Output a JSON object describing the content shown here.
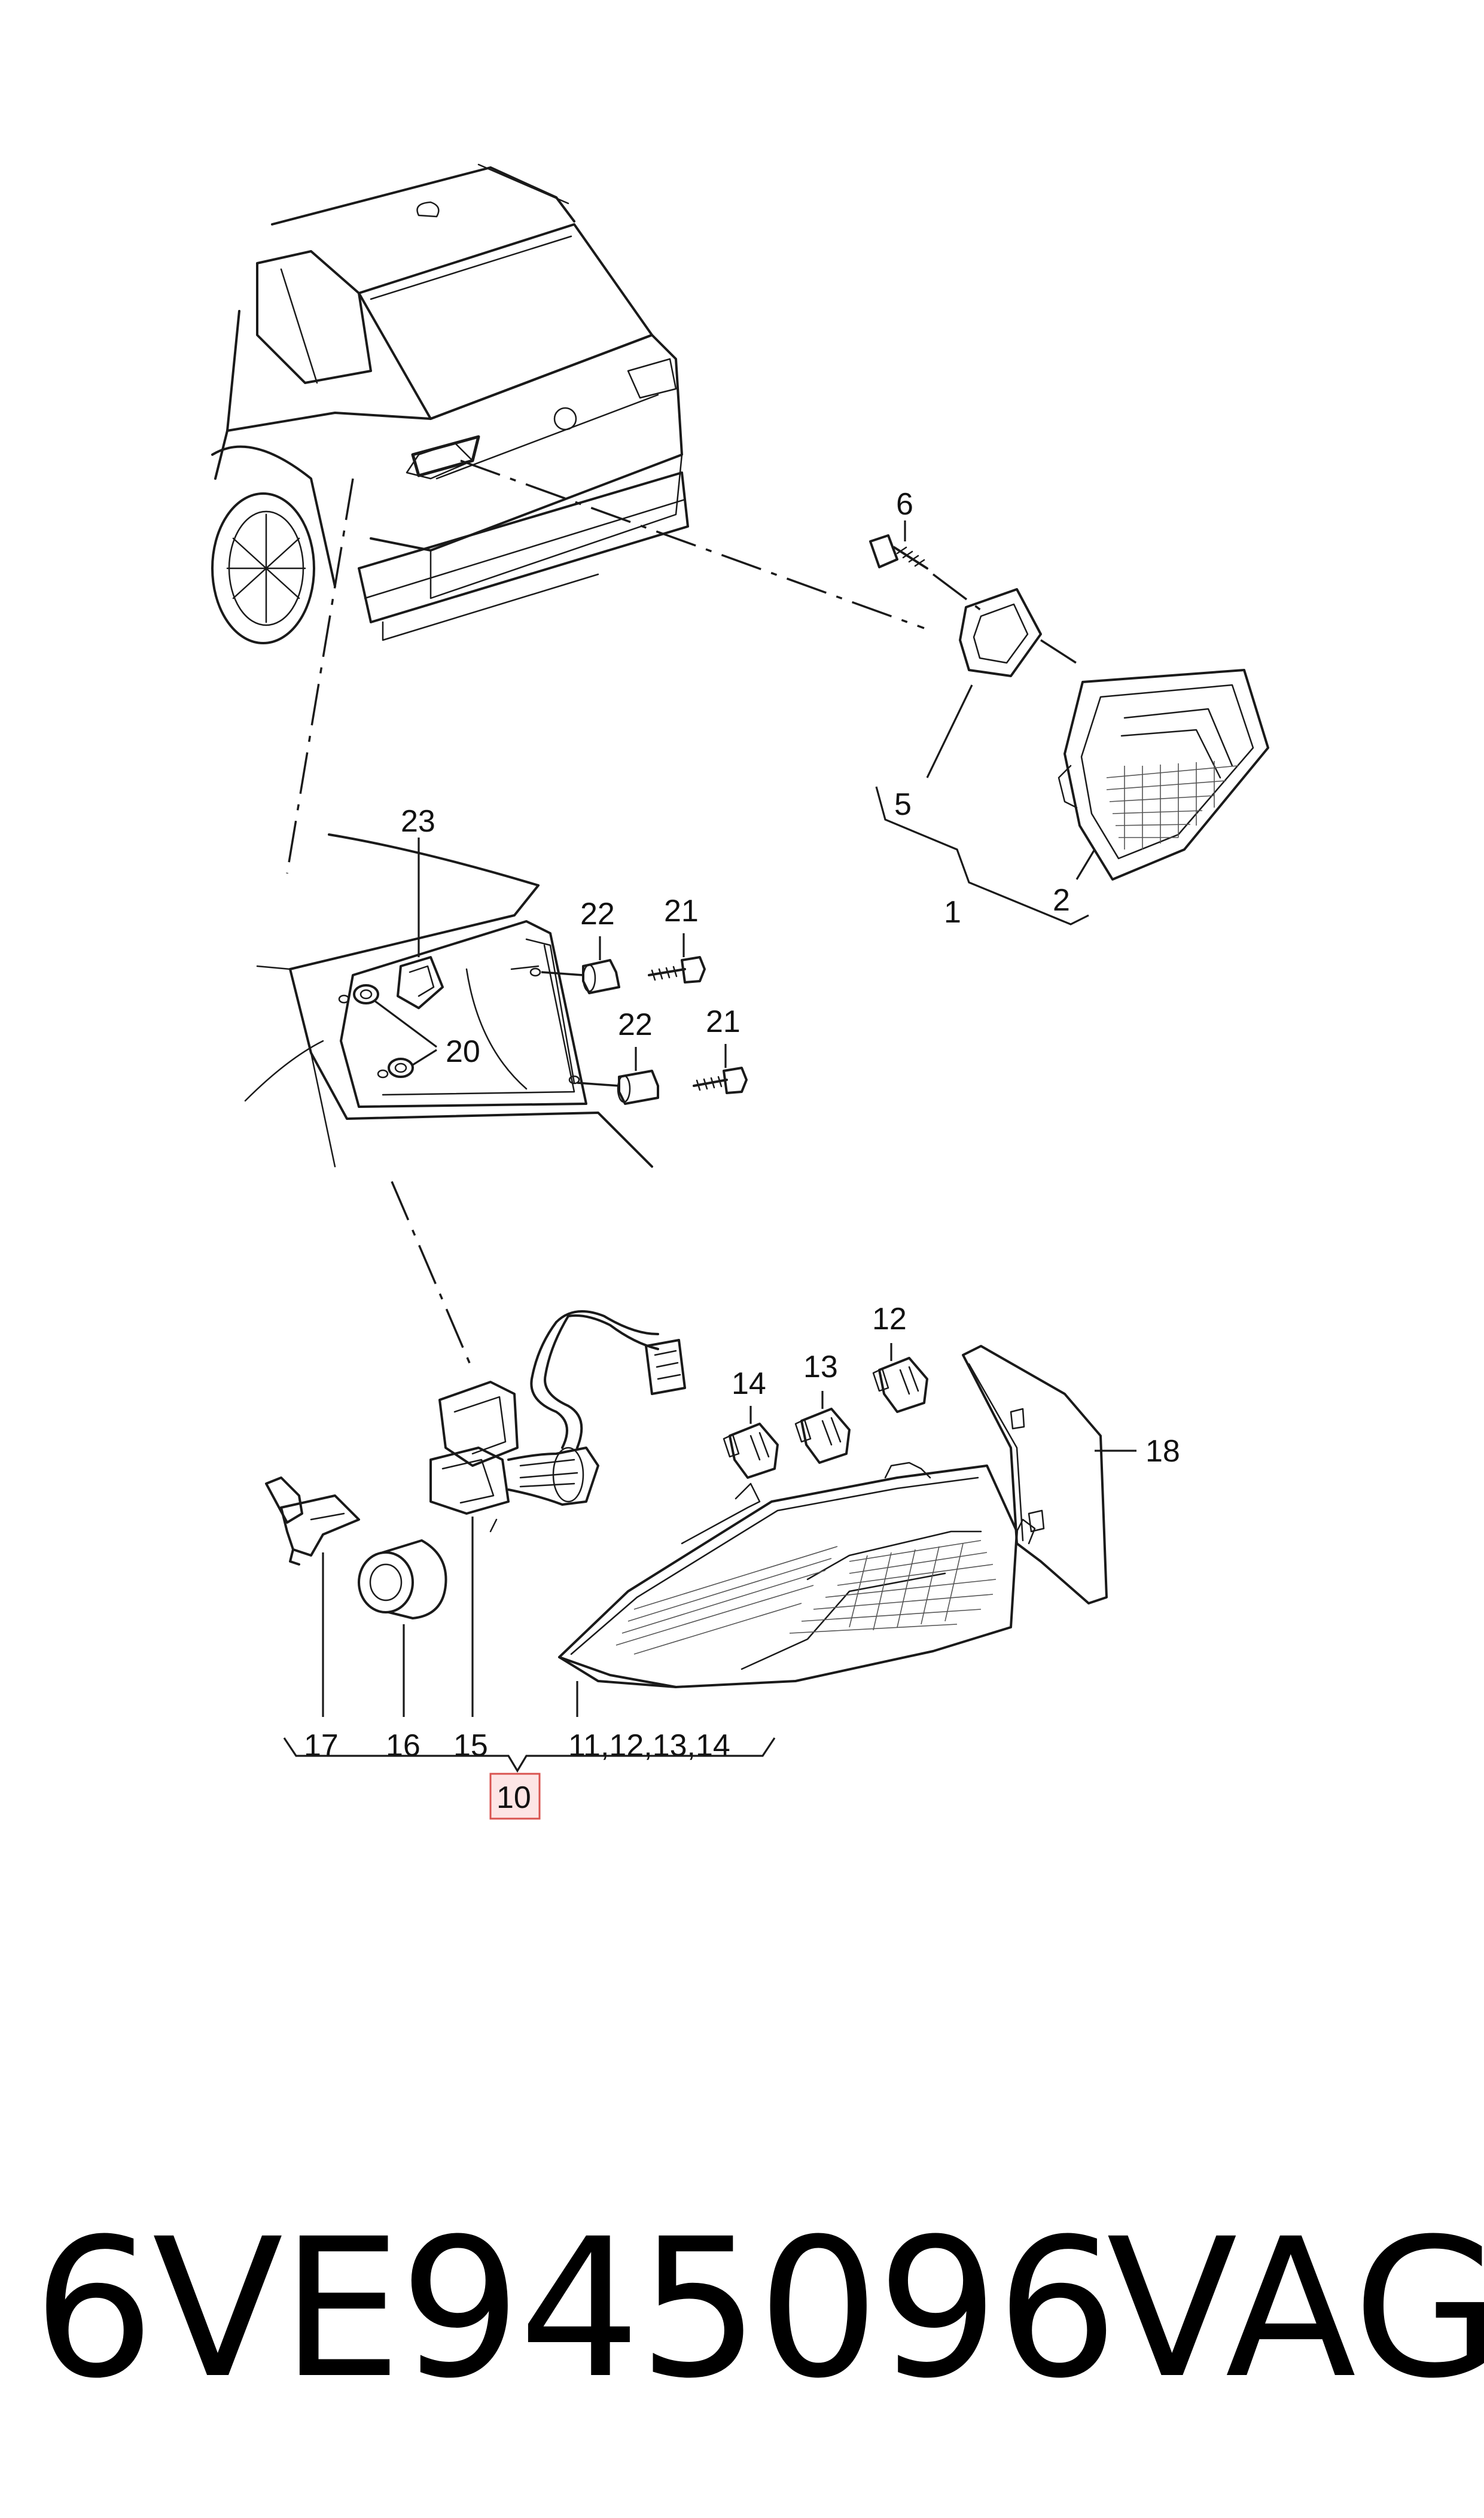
{
  "callouts": {
    "c1": "1",
    "c2": "2",
    "c5": "5",
    "c6": "6",
    "c10": "10",
    "c11_14": "11,12,13,14",
    "c12": "12",
    "c13": "13",
    "c14": "14",
    "c15": "15",
    "c16": "16",
    "c17": "17",
    "c18": "18",
    "c20": "20",
    "c21a": "21",
    "c21b": "21",
    "c22a": "22",
    "c22b": "22",
    "c23": "23"
  },
  "footer": {
    "part_number": "6VE945096",
    "brand": "VAG"
  },
  "colors": {
    "highlight_box_border": "#d9534f",
    "highlight_box_fill": "#fde5e5",
    "line": "#1a1a1a"
  }
}
